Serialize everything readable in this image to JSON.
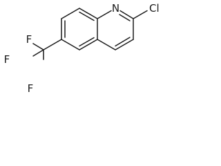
{
  "molecule": {
    "atoms": {
      "nitrogen": "N",
      "chlorine": "Cl",
      "fluorine_top": "F",
      "fluorine_left": "F",
      "fluorine_bottom": "F"
    },
    "colors": {
      "bond": "#1a1a1a",
      "label": "#1a1a1a",
      "background": "#ffffff"
    }
  }
}
